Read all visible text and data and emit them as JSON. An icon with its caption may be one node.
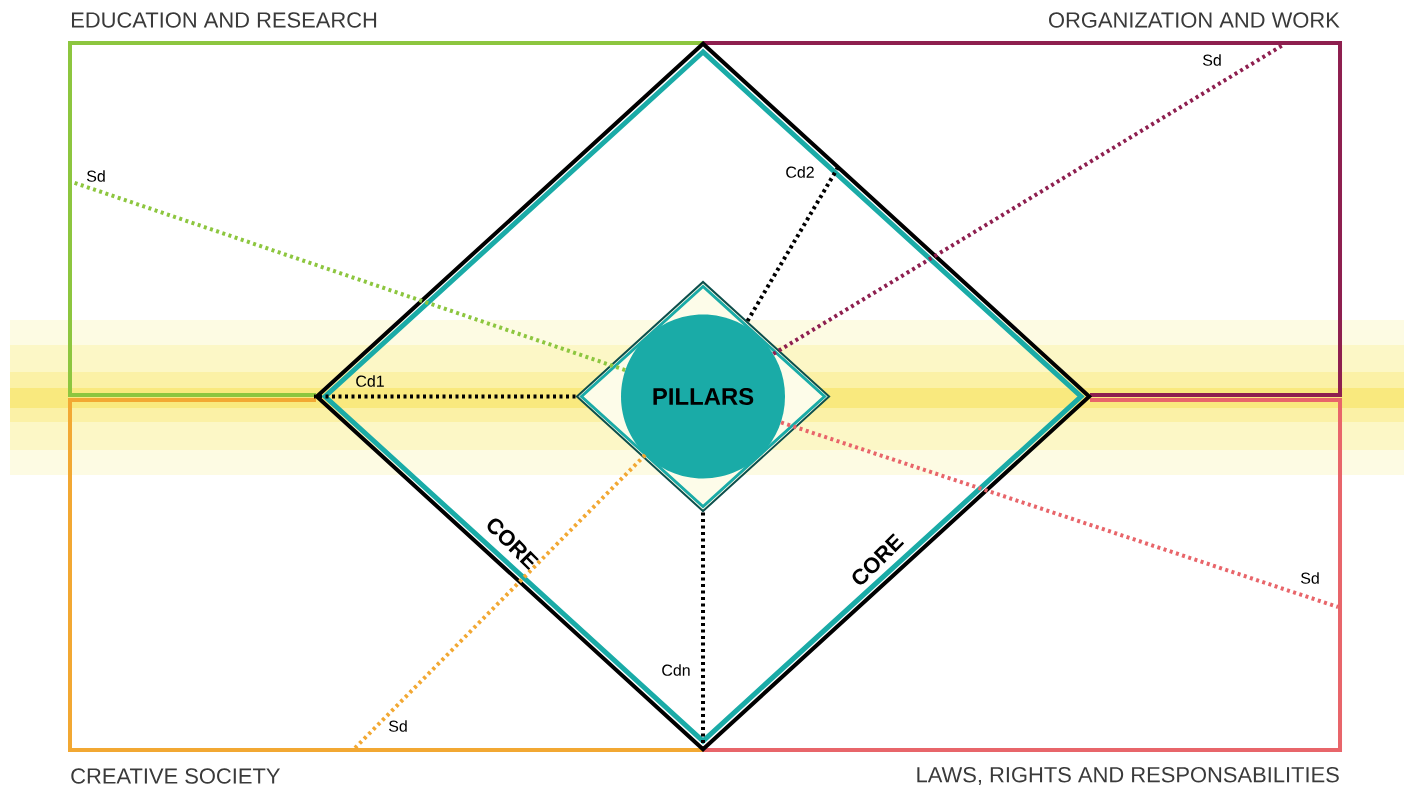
{
  "diagram": {
    "nodes": [
      {
        "text": [
          "CORE",
          "CORE"
        ]
      },
      {
        "text": [],
        "shape": "diamond",
        "in": 0
      },
      {
        "text": [
          "PILLARS"
        ],
        "in": 1
      }
    ],
    "edges": [
      {
        "from": 2,
        "to": null,
        "arrow": "none",
        "label": "Sd",
        "style": "dashed",
        "color": "#8dc63f"
      },
      {
        "from": 2,
        "to": null,
        "arrow": "none",
        "label": "Sd",
        "style": "dashed",
        "color": "#8e1f4f"
      },
      {
        "from": 1,
        "to": 0,
        "arrow": "none",
        "label": "Cd1",
        "style": "dashed",
        "color": "#000000"
      },
      {
        "from": 1,
        "to": 0,
        "arrow": "none",
        "label": "Cd2",
        "style": "dashed",
        "color": "#000000"
      },
      {
        "from": 2,
        "to": null,
        "arrow": "none",
        "label": "Sd",
        "style": "dashed",
        "color": "#e8656a"
      },
      {
        "from": 1,
        "to": 0,
        "arrow": "none",
        "label": "Cdn",
        "style": "dashed",
        "color": "#000000"
      },
      {
        "from": 2,
        "to": null,
        "arrow": "none",
        "label": "Sd",
        "style": "dashed",
        "color": "#f2a833"
      }
    ],
    "labels": [
      "EDUCATION AND RESEARCH",
      "ORGANIZATION AND WORK",
      "CREATIVE SOCIETY",
      "LAWS, RIGHTS AND RESPONSABILITIES"
    ]
  }
}
